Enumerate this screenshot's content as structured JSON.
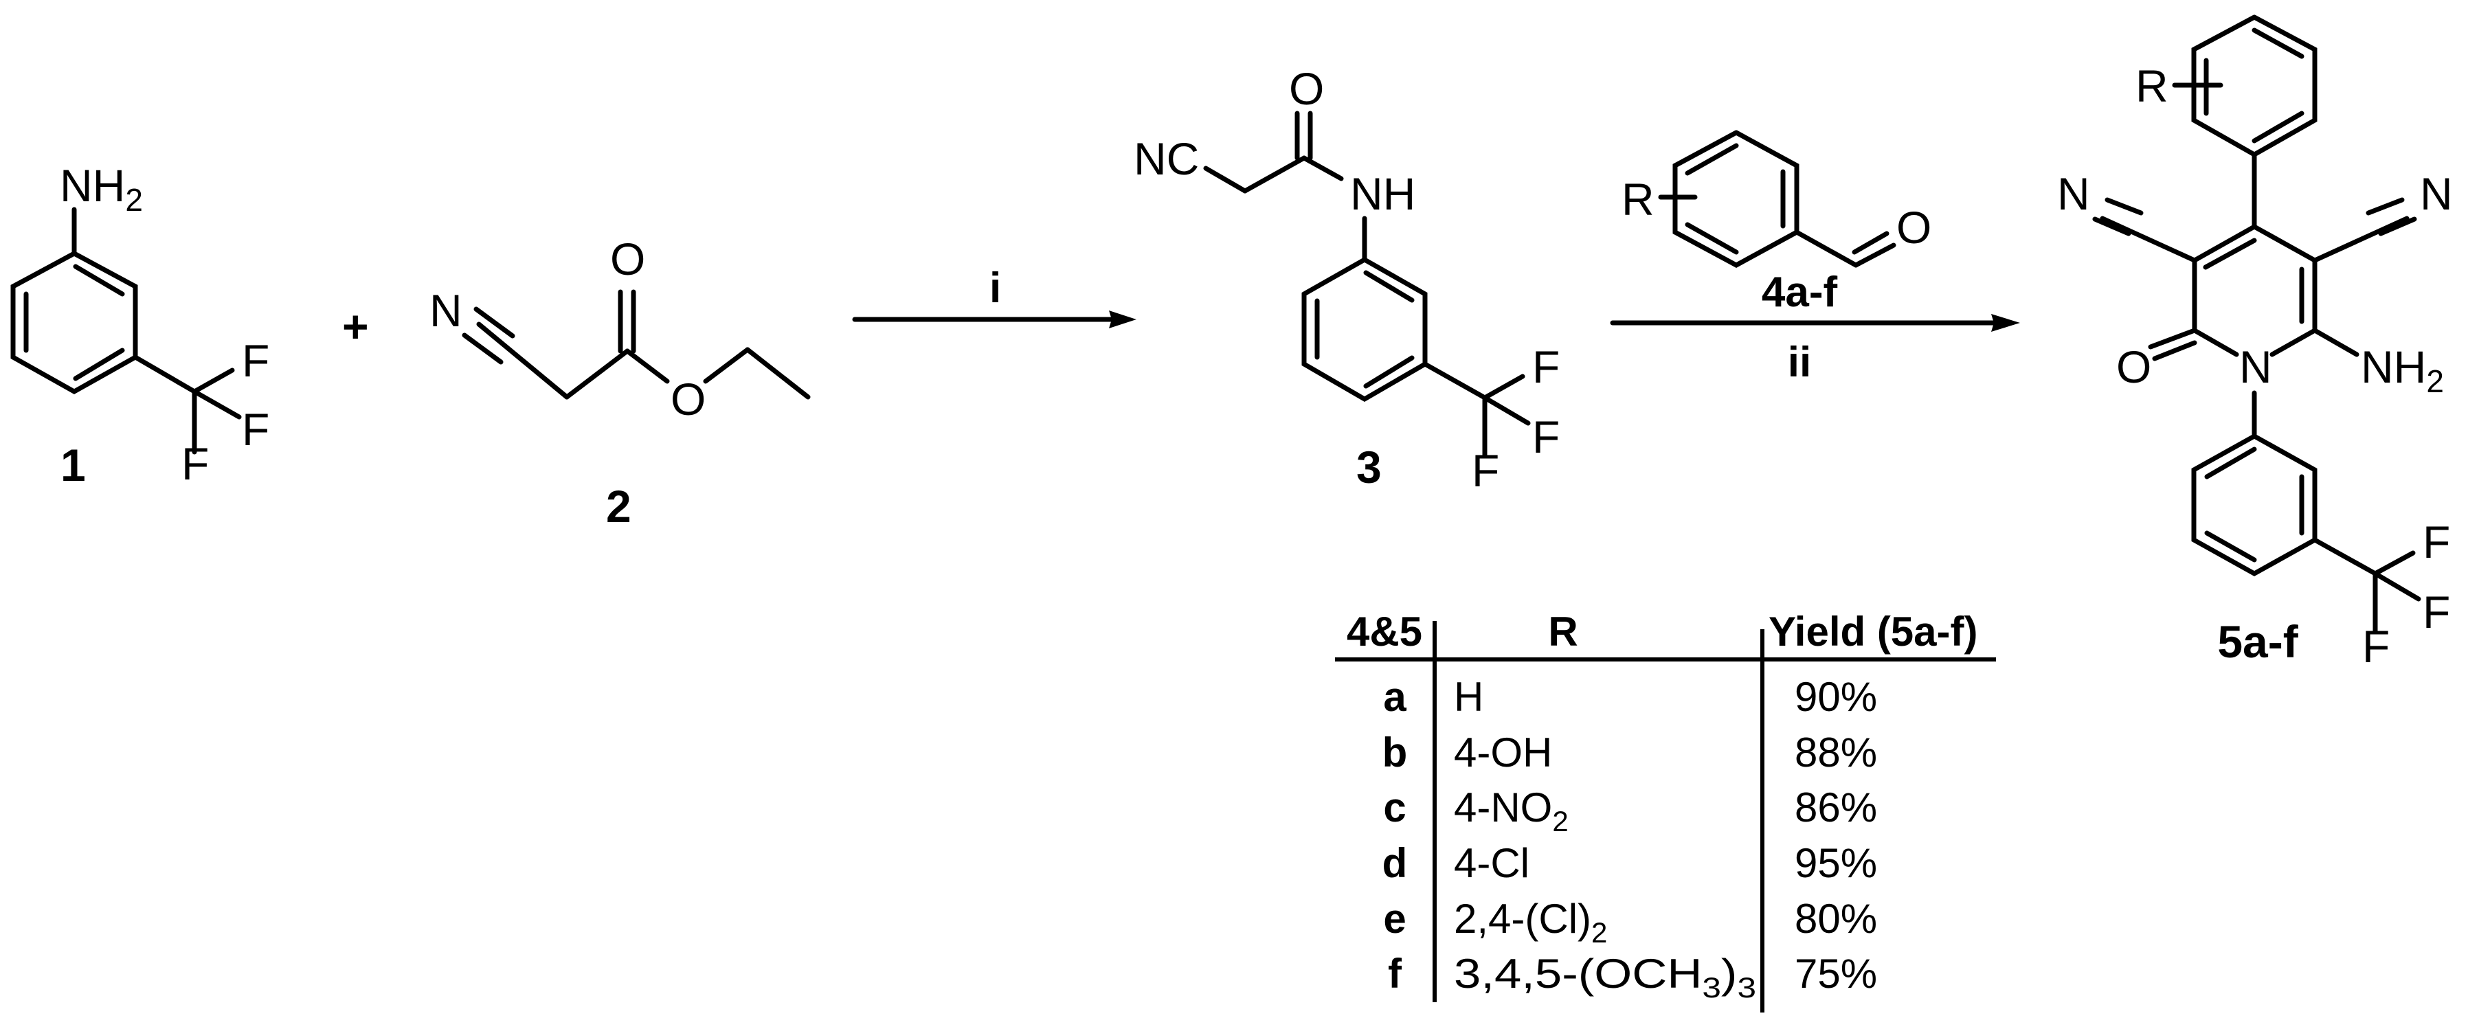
{
  "scheme": {
    "compound_1": {
      "label": "1",
      "amine": "NH",
      "amine_sub": "2",
      "fluorines": [
        "F",
        "F",
        "F"
      ]
    },
    "plus_sign": "+",
    "compound_2": {
      "label": "2",
      "nitrile_n": "N",
      "carbonyl_o": "O",
      "ester_o": "O"
    },
    "step_1": {
      "label": "i"
    },
    "compound_3": {
      "label": "3",
      "nitrile": "NC",
      "carbonyl_o": "O",
      "amide": "NH",
      "fluorines": [
        "F",
        "F",
        "F"
      ]
    },
    "reagent_4": {
      "label": "4a-f",
      "substituent": "R",
      "aldehyde_o": "O"
    },
    "step_2": {
      "label": "ii"
    },
    "product_5": {
      "label": "5a-f",
      "substituent": "R",
      "nitrile_left": "N",
      "nitrile_right": "N",
      "carbonyl_o": "O",
      "ring_n": "N",
      "amine": "NH",
      "amine_sub": "2",
      "fluorines": [
        "F",
        "F",
        "F"
      ]
    }
  },
  "table": {
    "headers": {
      "compound": "4&5",
      "r": "R",
      "yield": "Yield (5a-f)"
    },
    "rows": [
      {
        "id": "a",
        "r_main": "H",
        "r_sub": "",
        "r_tail": "",
        "r_sub2": "",
        "yield": "90%"
      },
      {
        "id": "b",
        "r_main": "4-OH",
        "r_sub": "",
        "r_tail": "",
        "r_sub2": "",
        "yield": "88%"
      },
      {
        "id": "c",
        "r_main": "4-NO",
        "r_sub": "2",
        "r_tail": "",
        "r_sub2": "",
        "yield": "86%"
      },
      {
        "id": "d",
        "r_main": "4-Cl",
        "r_sub": "",
        "r_tail": "",
        "r_sub2": "",
        "yield": "95%"
      },
      {
        "id": "e",
        "r_main": "2,4-(Cl)",
        "r_sub": "2",
        "r_tail": "",
        "r_sub2": "",
        "yield": "80%"
      },
      {
        "id": "f",
        "r_main": "3,4,5-(OCH",
        "r_sub": "3",
        "r_tail": ")",
        "r_sub2": "3",
        "yield": "75%"
      }
    ]
  }
}
